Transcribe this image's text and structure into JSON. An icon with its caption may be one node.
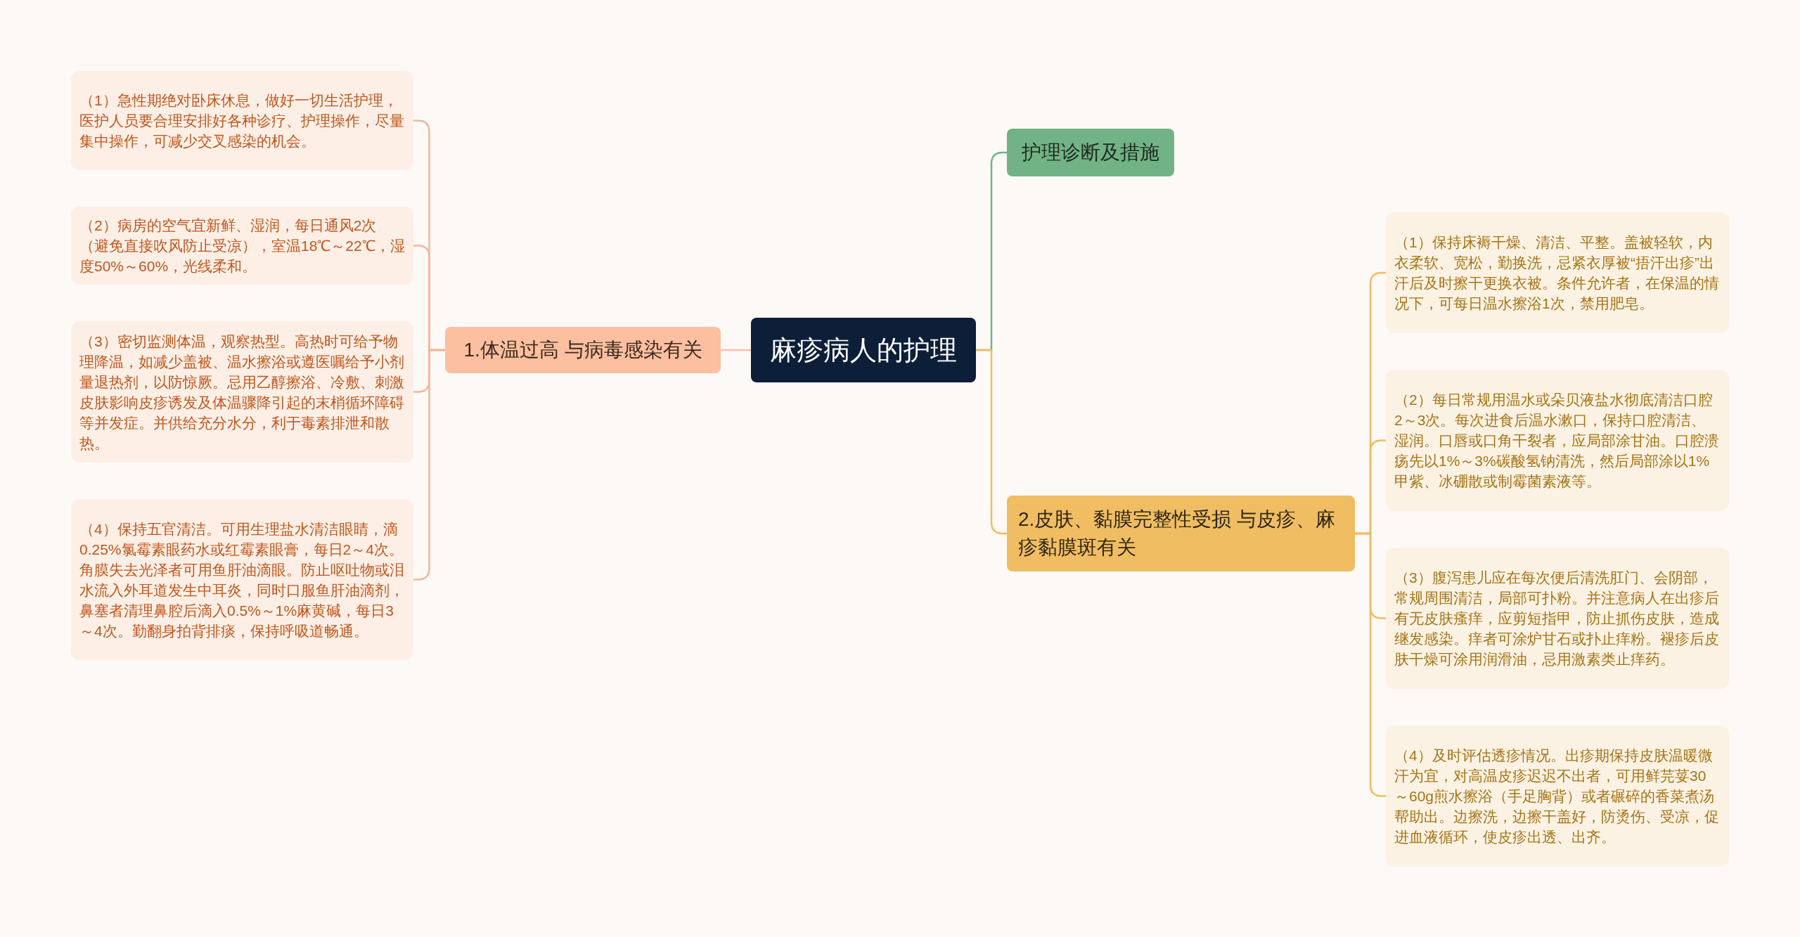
{
  "diagram": {
    "nodes": [
      {
        "text": [
          "麻疹病人的护理"
        ]
      },
      {
        "text": [
          "1.体温过高 与病毒感染有关"
        ]
      },
      {
        "text": [
          "（1）急性期绝对卧床休息，做好一切生活护理，医护人员要合理安排好各种诊疗、护理操作，尽量集中操作，可减少交叉感染的机会。"
        ]
      },
      {
        "text": [
          "（2）病房的空气宜新鲜、湿润，每日通风2次（避免直接吹风防止受凉），室温18℃～22℃，湿度50%～60%，光线柔和。"
        ]
      },
      {
        "text": [
          "（3）密切监测体温，观察热型。高热时可给予物理降温，如减少盖被、温水擦浴或遵医嘱给予小剂量退热剂，以防惊厥。忌用乙醇擦浴、冷敷、刺激皮肤影响皮疹诱发及体温骤降引起的末梢循环障碍等并发症。并供给充分水分，利于毒素排泄和散热。"
        ]
      },
      {
        "text": [
          "（4）保持五官清洁。可用生理盐水清洁眼睛，滴0.25%氯霉素眼药水或红霉素眼膏，每日2～4次。角膜失去光泽者可用鱼肝油滴眼。防止呕吐物或泪水流入外耳道发生中耳炎，同时口服鱼肝油滴剂，鼻塞者清理鼻腔后滴入0.5%～1%麻黄碱，每日3～4次。勤翻身拍背排痰，保持呼吸道畅通。"
        ]
      },
      {
        "text": [
          "护理诊断及措施"
        ]
      },
      {
        "text": [
          "2.皮肤、黏膜完整性受损 与皮疹、麻疹黏膜斑有关"
        ]
      },
      {
        "text": [
          "（1）保持床褥干燥、清洁、平整。盖被轻软，内衣柔软、宽松，勤换洗，忌紧衣厚被“捂汗出疹”出汗后及时擦干更换衣被。条件允许者，在保温的情况下，可每日温水擦浴1次，禁用肥皂。"
        ]
      },
      {
        "text": [
          "（2）每日常规用温水或朵贝液盐水彻底清洁口腔2～3次。每次进食后温水漱口，保持口腔清洁、湿润。口唇或口角干裂者，应局部涂甘油。口腔溃疡先以1%～3%碳酸氢钠清洗，然后局部涂以1%甲紫、冰硼散或制霉菌素液等。"
        ]
      },
      {
        "text": [
          "（3）腹泻患儿应在每次便后清洗肛门、会阴部，常规周围清洁，局部可扑粉。并注意病人在出疹后有无皮肤瘙痒，应剪短指甲，防止抓伤皮肤，造成继发感染。痒者可涂炉甘石或扑止痒粉。褪疹后皮肤干燥可涂用润滑油，忌用激素类止痒药。"
        ]
      },
      {
        "text": [
          "（4）及时评估透疹情况。出疹期保持皮肤温暖微汗为宜，对高温皮疹迟迟不出者，可用鲜芫荽30～60g煎水擦浴（手足胸背）或者碾碎的香菜煮汤帮助出。边擦洗，边擦干盖好，防烫伤、受凉，促进血液循环，使皮疹出透、出齐。"
        ]
      }
    ],
    "edges": [
      {
        "from": 0,
        "to": 1,
        "arrow": "none",
        "color": "#f7c2a4"
      },
      {
        "from": 1,
        "to": 2,
        "arrow": "none",
        "color": "#f0b898"
      },
      {
        "from": 1,
        "to": 3,
        "arrow": "none",
        "color": "#f0b898"
      },
      {
        "from": 1,
        "to": 4,
        "arrow": "none",
        "color": "#f0b898"
      },
      {
        "from": 1,
        "to": 5,
        "arrow": "none",
        "color": "#f0b898"
      },
      {
        "from": 0,
        "to": 6,
        "arrow": "none",
        "color": "#72b385"
      },
      {
        "from": 0,
        "to": 7,
        "arrow": "none",
        "color": "#f0bd62"
      },
      {
        "from": 7,
        "to": 8,
        "arrow": "none",
        "color": "#f0bd62"
      },
      {
        "from": 7,
        "to": 9,
        "arrow": "none",
        "color": "#f0bd62"
      },
      {
        "from": 7,
        "to": 10,
        "arrow": "none",
        "color": "#f0bd62"
      },
      {
        "from": 7,
        "to": 11,
        "arrow": "none",
        "color": "#f0bd62"
      }
    ]
  }
}
